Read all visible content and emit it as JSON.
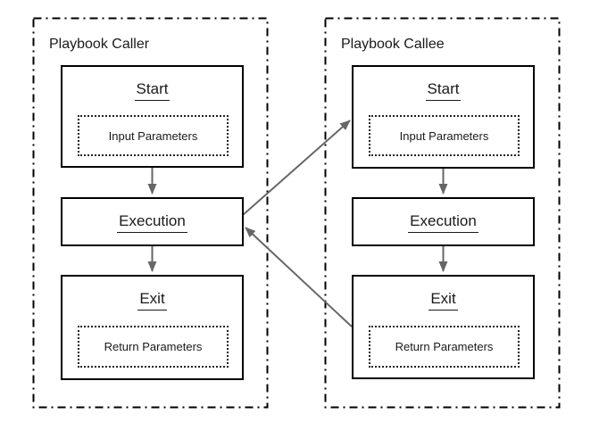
{
  "colors": {
    "background": "#ffffff",
    "box_border": "#000000",
    "container_border": "#000000",
    "arrow": "#666666",
    "text": "#1a1a1a"
  },
  "caller": {
    "title": "Playbook Caller",
    "nodes": {
      "start": {
        "title": "Start",
        "param": "Input Parameters"
      },
      "execution": {
        "title": "Execution"
      },
      "exit": {
        "title": "Exit",
        "param": "Return Parameters"
      }
    }
  },
  "callee": {
    "title": "Playbook Callee",
    "nodes": {
      "start": {
        "title": "Start",
        "param": "Input Parameters"
      },
      "execution": {
        "title": "Execution"
      },
      "exit": {
        "title": "Exit",
        "param": "Return Parameters"
      }
    }
  }
}
